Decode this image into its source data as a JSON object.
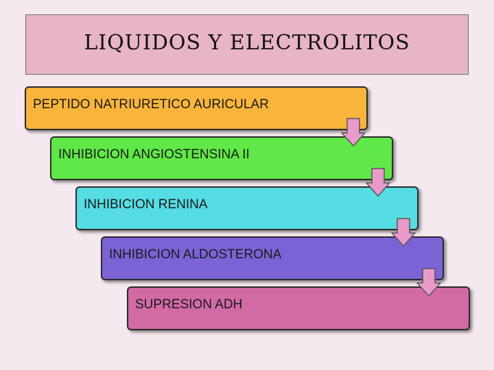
{
  "title": "LIQUIDOS Y ELECTROLITOS",
  "steps": [
    {
      "label": "PEPTIDO NATRIURETICO AURICULAR",
      "color": "#f9b53b"
    },
    {
      "label": "INHIBICION ANGIOSTENSINA II",
      "color": "#5fe847"
    },
    {
      "label": "INHIBICION RENINA",
      "color": "#56dce3"
    },
    {
      "label": "INHIBICION ALDOSTERONA",
      "color": "#7b63d6"
    },
    {
      "label": "SUPRESION ADH",
      "color": "#d16aa5"
    }
  ],
  "arrow_color": "#e89ac8",
  "arrow_icon": "down-arrow-icon"
}
